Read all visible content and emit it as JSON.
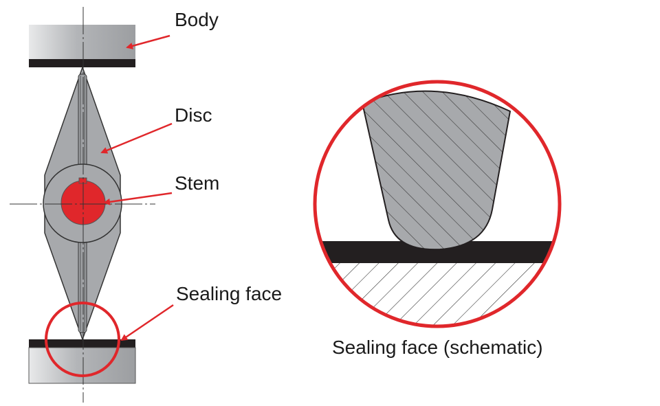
{
  "labels": {
    "body": "Body",
    "disc": "Disc",
    "stem": "Stem",
    "sealing_face": "Sealing face",
    "sealing_face_schematic": "Sealing face (schematic)"
  },
  "colors": {
    "accent_red": "#e0272b",
    "steel_gray": "#a7a9ac",
    "seat_black": "#231f20",
    "outline": "#333333"
  }
}
